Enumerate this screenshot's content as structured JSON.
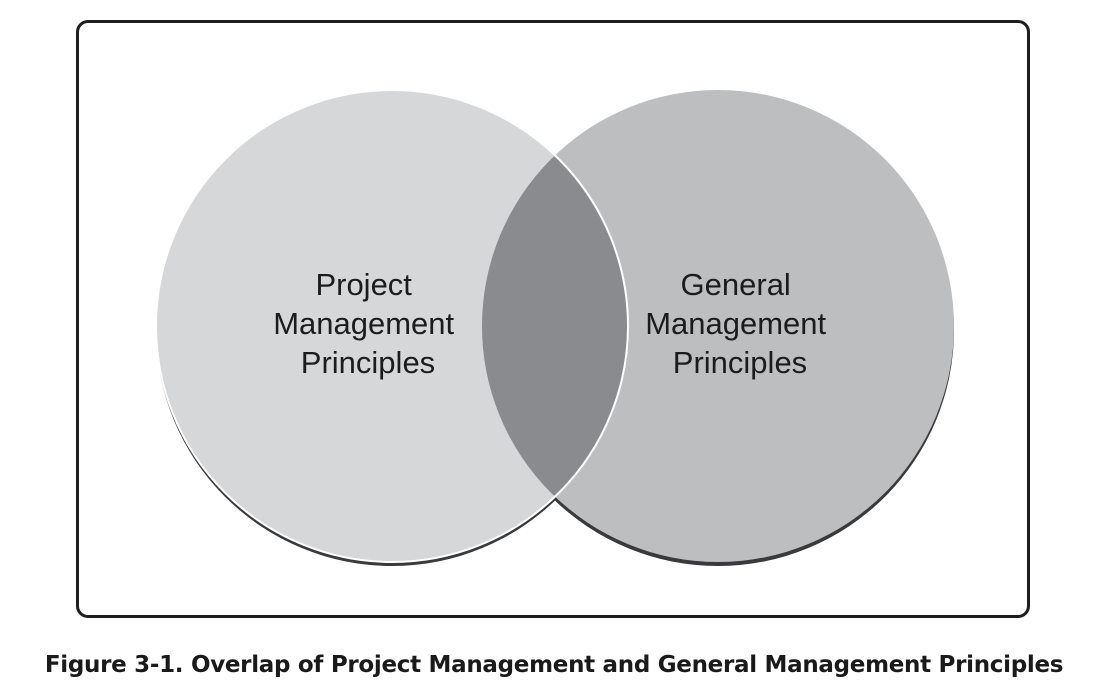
{
  "diagram": {
    "type": "venn",
    "sets": [
      {
        "id": "left",
        "label_lines": [
          "Project",
          "Management",
          "Principles"
        ],
        "fill": "#d6d7d9"
      },
      {
        "id": "right",
        "label_lines": [
          "General",
          "Management",
          "Principles"
        ],
        "fill": "#bdbec0"
      }
    ],
    "intersection_fill": "#8a8b8e",
    "shadow_color": "#3a3a3c"
  },
  "caption": "Figure 3-1. Overlap of Project Management and General Management Principles"
}
